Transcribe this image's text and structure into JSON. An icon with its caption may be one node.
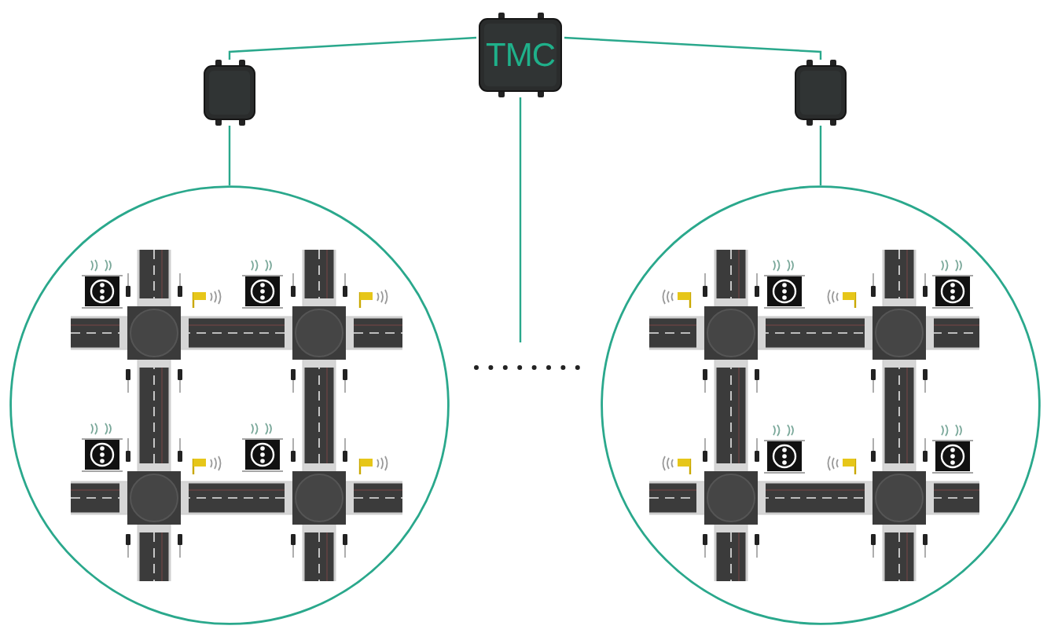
{
  "diagram": {
    "nodes": [
      {
        "text": [
          "TMC"
        ]
      },
      {
        "text": [],
        "shape": "box"
      },
      {
        "text": [],
        "shape": "box"
      },
      {
        "text": [],
        "shape": "circle"
      },
      {
        "text": [],
        "shape": "circle"
      }
    ],
    "edges": [
      {
        "from": 0,
        "to": 1,
        "arrow": "none"
      },
      {
        "from": 0,
        "to": 2,
        "arrow": "none"
      },
      {
        "from": 1,
        "to": 3,
        "arrow": "none"
      },
      {
        "from": 2,
        "to": 4,
        "arrow": "none"
      },
      {
        "from": 0,
        "to": null,
        "arrow": "none"
      }
    ]
  }
}
